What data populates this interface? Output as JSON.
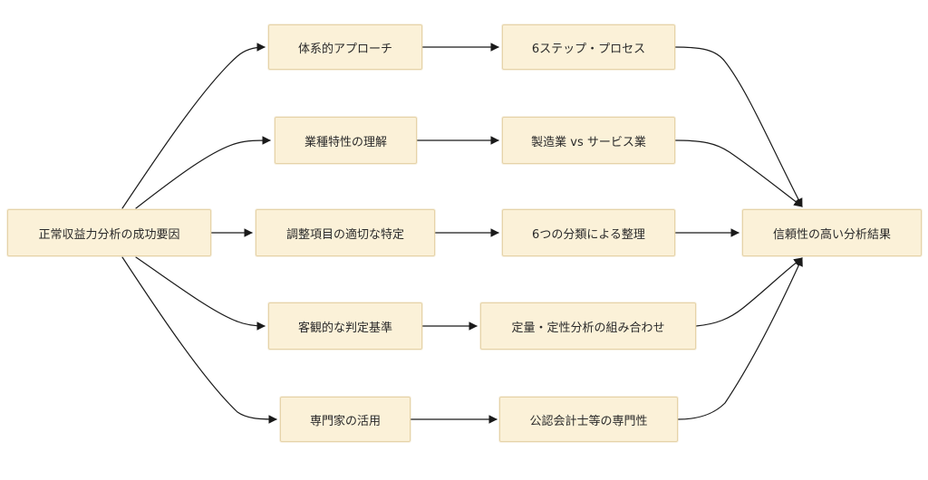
{
  "diagram": {
    "root": "正常収益力分析の成功要因",
    "factors": [
      "体系的アプローチ",
      "業種特性の理解",
      "調整項目の適切な特定",
      "客観的な判定基準",
      "専門家の活用"
    ],
    "details": [
      "6ステップ・プロセス",
      "製造業 vs サービス業",
      "6つの分類による整理",
      "定量・定性分析の組み合わせ",
      "公認会計士等の専門性"
    ],
    "result": "信頼性の高い分析結果"
  }
}
